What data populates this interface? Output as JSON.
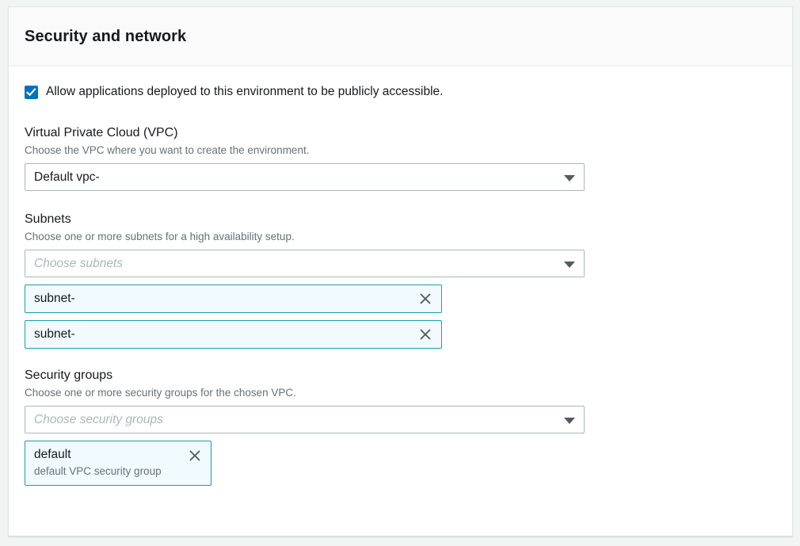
{
  "panel": {
    "title": "Security and network"
  },
  "public_access": {
    "checkbox_name": "public-access-checkbox",
    "checked": true,
    "label": "Allow applications deployed to this environment to be publicly accessible."
  },
  "vpc": {
    "label": "Virtual Private Cloud (VPC)",
    "description": "Choose the VPC where you want to create the environment.",
    "selected": "Default vpc-"
  },
  "subnets": {
    "label": "Subnets",
    "description": "Choose one or more subnets for a high availability setup.",
    "placeholder": "Choose subnets",
    "tokens": [
      {
        "name": "subnet-"
      },
      {
        "name": "subnet-"
      }
    ]
  },
  "security_groups": {
    "label": "Security groups",
    "description": "Choose one or more security groups for the chosen VPC.",
    "placeholder": "Choose security groups",
    "tokens": [
      {
        "name": "default",
        "description": "default VPC security group"
      }
    ]
  },
  "icons": {
    "dropdown": "chevron-down-icon",
    "dismiss": "close-icon",
    "check": "check-icon"
  },
  "colors": {
    "checkbox_blue": "#0073bb",
    "token_border": "#1b9fb0",
    "token_background": "#f1faff",
    "text_primary": "#16191f",
    "text_secondary": "#687078",
    "border_default": "#aab7b8"
  }
}
